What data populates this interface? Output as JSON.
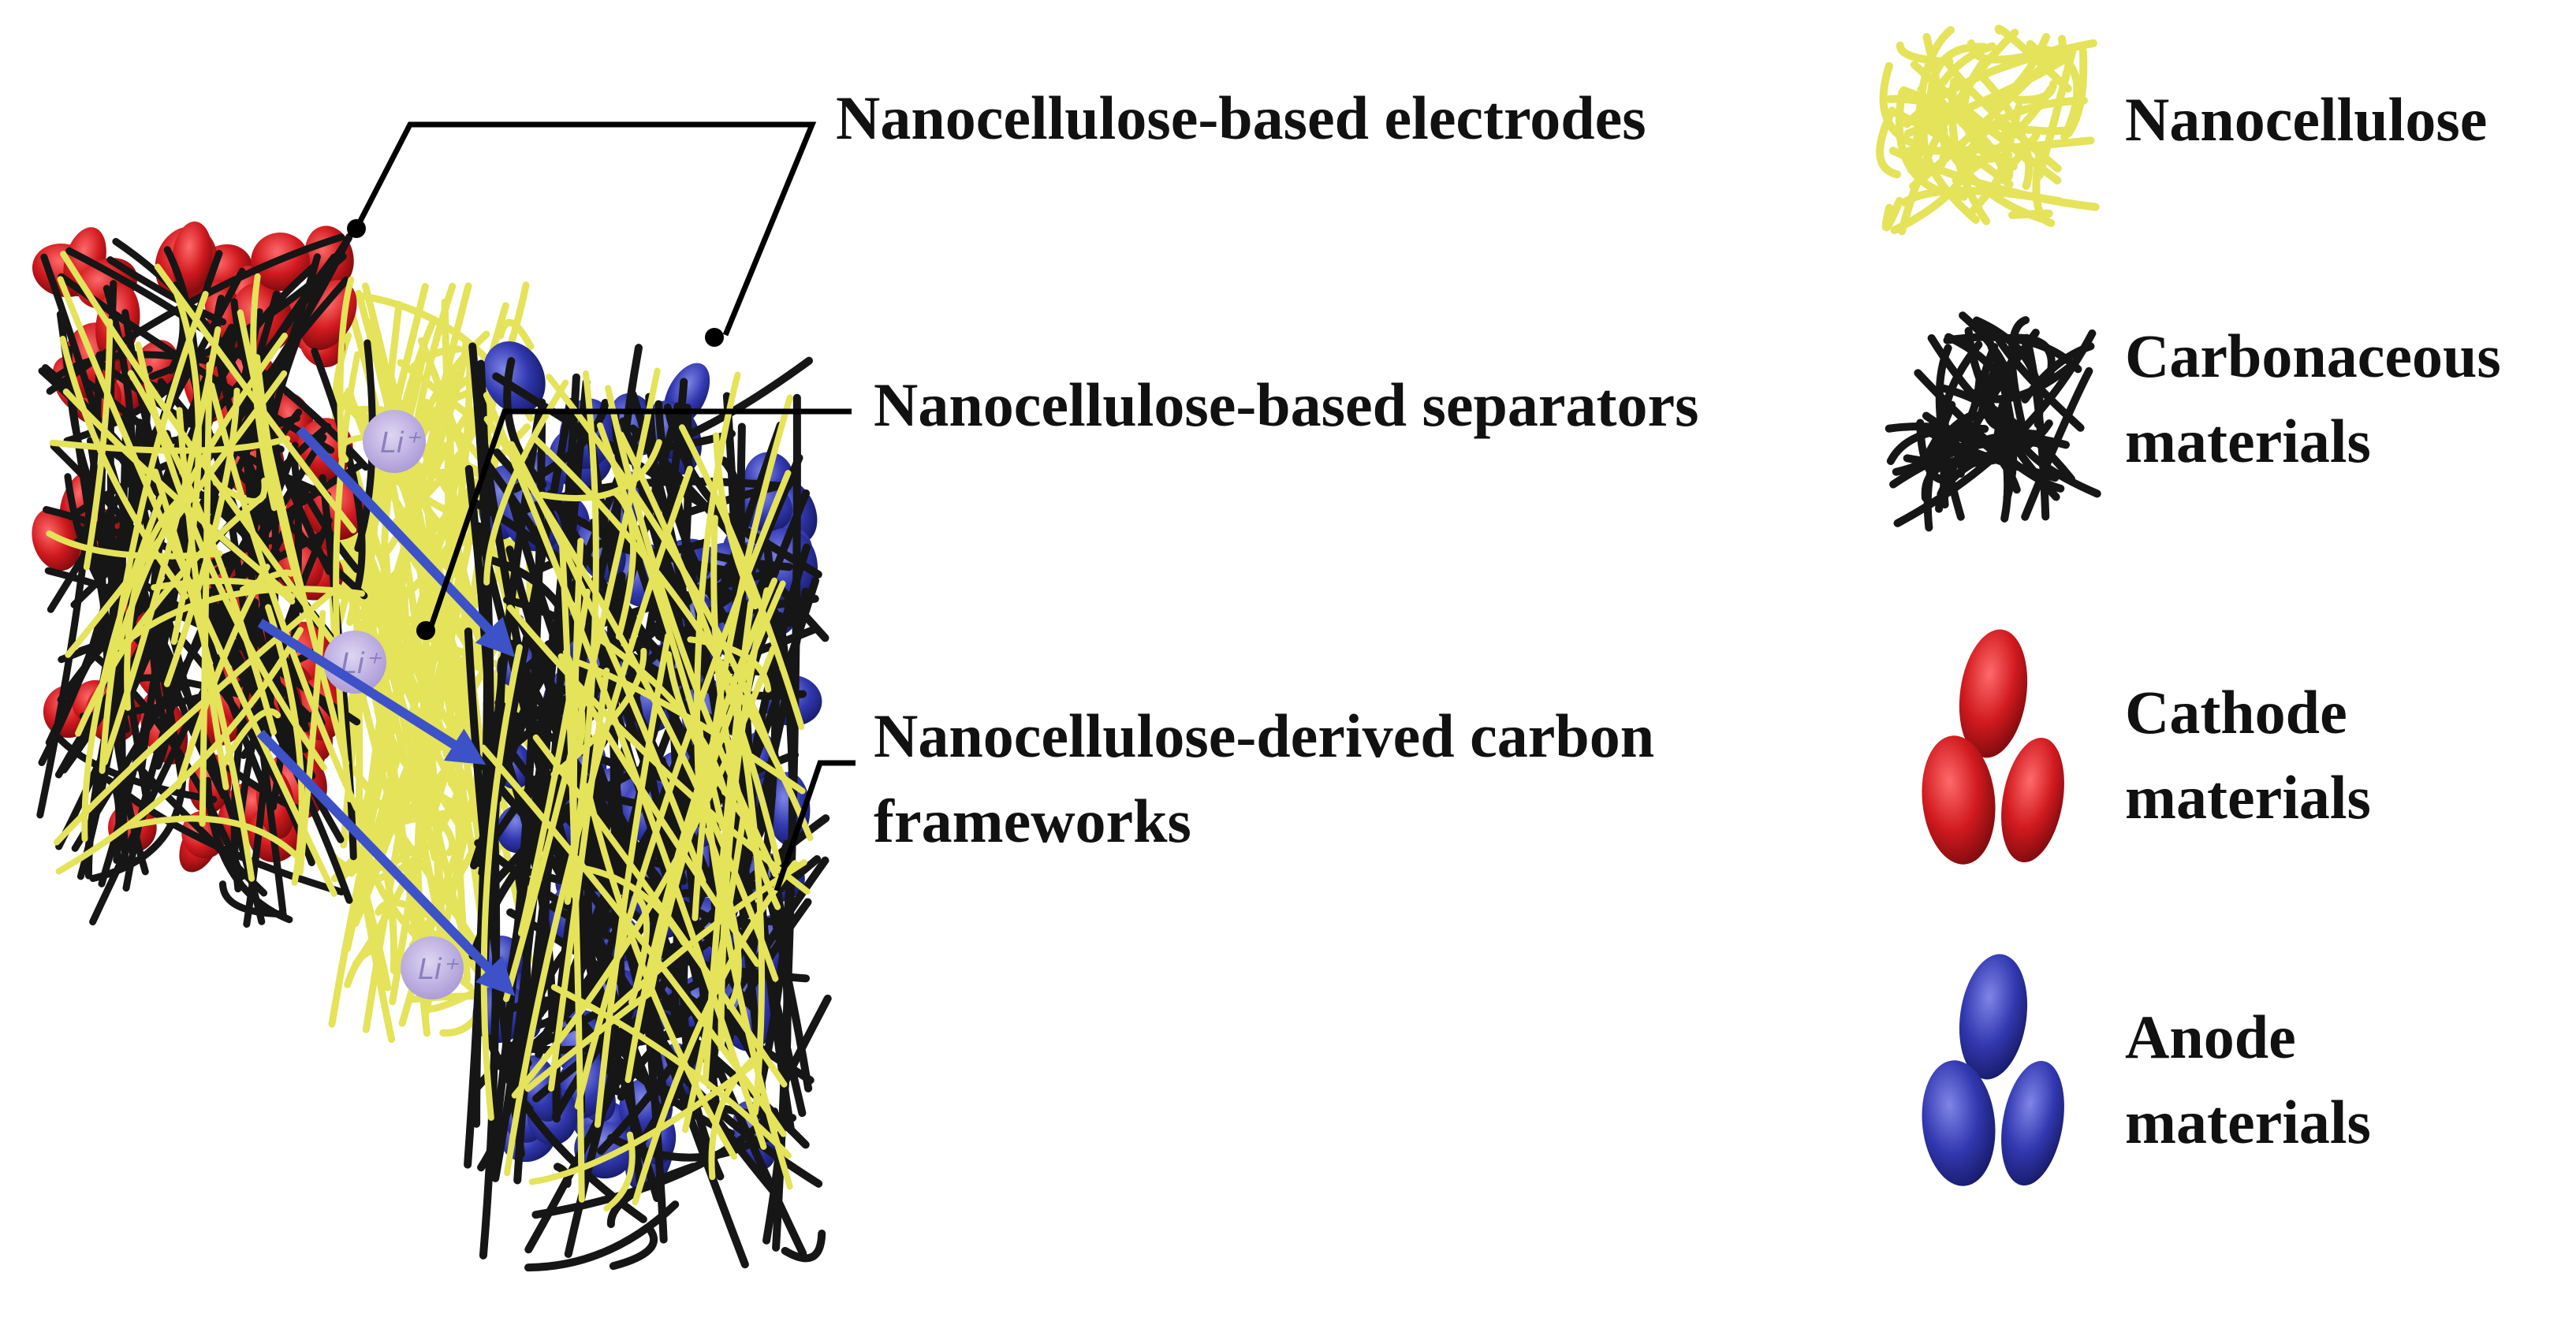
{
  "callouts": {
    "electrodes": "Nanocellulose-based electrodes",
    "separators": "Nanocellulose-based separators",
    "carbon_line1": "Nanocellulose-derived carbon",
    "carbon_line2": "frameworks"
  },
  "ion_label": "Li⁺",
  "legend": [
    {
      "id": "nanocellulose",
      "lines": [
        "Nanocellulose"
      ],
      "icon": "yellow-fiber-mesh-icon",
      "color": "#e4e35a"
    },
    {
      "id": "carbonaceous",
      "lines": [
        "Carbonaceous",
        "materials"
      ],
      "icon": "black-fiber-mesh-icon",
      "color": "#1a1a1a"
    },
    {
      "id": "cathode",
      "lines": [
        "Cathode",
        "materials"
      ],
      "icon": "red-particles-icon",
      "color": "#c8191f"
    },
    {
      "id": "anode",
      "lines": [
        "Anode",
        "materials"
      ],
      "icon": "blue-particles-icon",
      "color": "#3a3fb0"
    }
  ],
  "colors": {
    "nanocellulose": "#e4e35a",
    "carbon": "#161616",
    "cathode": "#cc1a1f",
    "anode": "#2e33a6",
    "ion": "#b9a8dc",
    "arrow": "#3d52c8",
    "callout_line": "#000000"
  }
}
